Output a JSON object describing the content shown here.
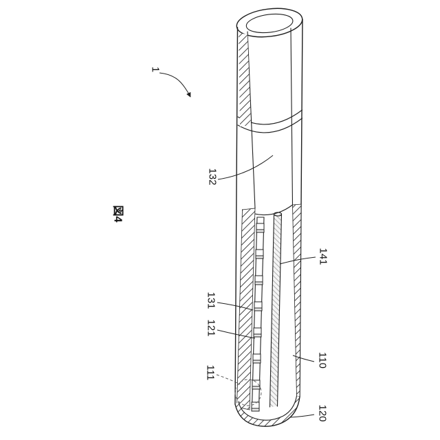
{
  "page": {
    "background": "#ffffff",
    "line_color": "#1f1f1f"
  },
  "labels": {
    "fig": "図4",
    "n1": "1",
    "n110": "110",
    "n111": "111",
    "n120": "120",
    "n121": "121",
    "n131": "131",
    "n132": "132",
    "n141": "141"
  }
}
